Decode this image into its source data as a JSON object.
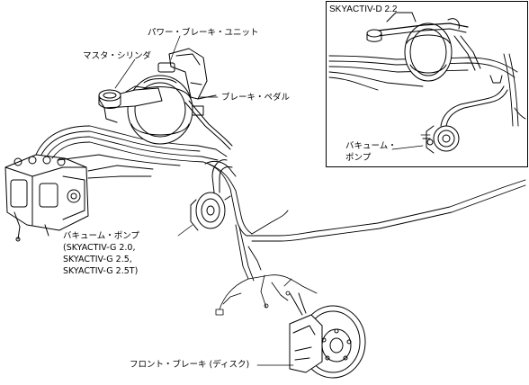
{
  "inset": {
    "title": "SKYACTIV-D 2.2",
    "vacuum_pump_label_line1": "バキューム・",
    "vacuum_pump_label_line2": "ポンプ"
  },
  "labels": {
    "power_brake_unit": "パワー・ブレーキ・ユニット",
    "master_cylinder": "マスタ・シリンダ",
    "brake_pedal": "ブレーキ・ペダル",
    "vacuum_pump": "バキューム・ポンプ",
    "vacuum_pump_spec1": "(SKYACTIV-G 2.0,",
    "vacuum_pump_spec2": "SKYACTIV-G 2.5,",
    "vacuum_pump_spec3": "SKYACTIV-G 2.5T)",
    "front_brake": "フロント・ブレーキ (ディスク)"
  },
  "colors": {
    "line": "#000000",
    "background": "#ffffff"
  }
}
